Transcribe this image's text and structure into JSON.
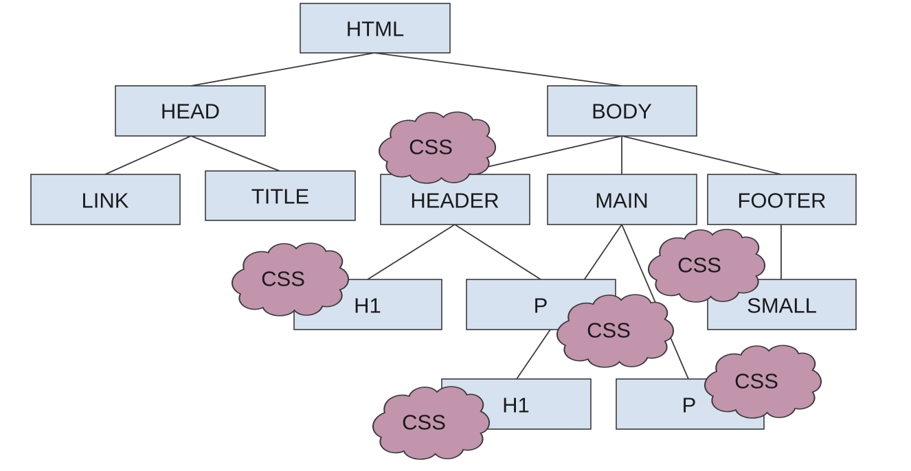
{
  "diagram": {
    "nodes": {
      "html": "HTML",
      "head": "HEAD",
      "body": "BODY",
      "link": "LINK",
      "title": "TITLE",
      "header": "HEADER",
      "main": "MAIN",
      "footer": "FOOTER",
      "header_h1": "H1",
      "header_p": "P",
      "footer_small": "SMALL",
      "main_h1": "H1",
      "main_p": "P"
    },
    "cloud_label": "CSS",
    "colors": {
      "node_fill": "#d6e2ef",
      "cloud_fill": "#c295ad",
      "line": "#3a3a3a"
    }
  }
}
